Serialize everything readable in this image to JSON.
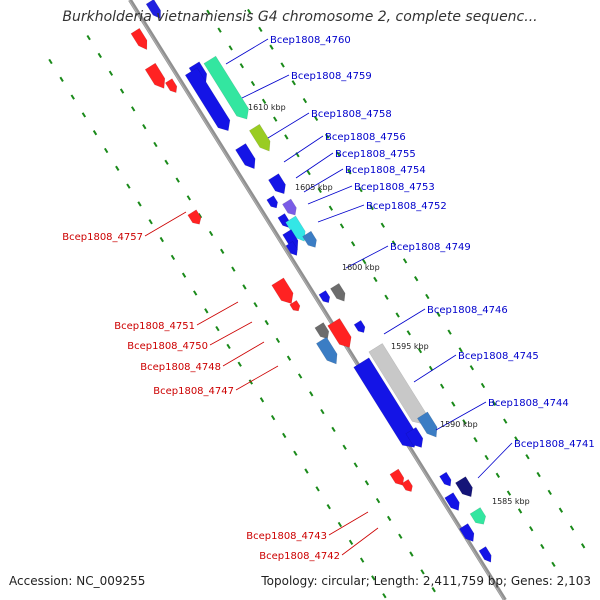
{
  "title": "Burkholderia vietnamiensis G4 chromosome 2, complete sequenc...",
  "footer": {
    "accession": "Accession: NC_009255",
    "summary": "Topology: circular; Length: 2,411,759 bp; Genes: 2,103"
  },
  "colors": {
    "backbone": "#8c8c8c",
    "label_plus": "#0000cc",
    "label_minus": "#cc0000",
    "gene_blue": "#1414e6",
    "gene_red": "#ee1a1a",
    "tick": "#1a8a1a"
  },
  "scale_labels": [
    "1610 kbp",
    "1605 kbp",
    "1600 kbp",
    "1595 kbp",
    "1590 kbp",
    "1585 kbp"
  ],
  "genes_plus": [
    {
      "name": "Bcep1808_4760"
    },
    {
      "name": "Bcep1808_4759"
    },
    {
      "name": "Bcep1808_4758"
    },
    {
      "name": "Bcep1808_4756"
    },
    {
      "name": "Bcep1808_4755"
    },
    {
      "name": "Bcep1808_4754"
    },
    {
      "name": "Bcep1808_4753"
    },
    {
      "name": "Bcep1808_4752"
    },
    {
      "name": "Bcep1808_4749"
    },
    {
      "name": "Bcep1808_4746"
    },
    {
      "name": "Bcep1808_4745"
    },
    {
      "name": "Bcep1808_4744"
    },
    {
      "name": "Bcep1808_4741"
    }
  ],
  "genes_minus": [
    {
      "name": "Bcep1808_4757"
    },
    {
      "name": "Bcep1808_4751"
    },
    {
      "name": "Bcep1808_4750"
    },
    {
      "name": "Bcep1808_4748"
    },
    {
      "name": "Bcep1808_4747"
    },
    {
      "name": "Bcep1808_4743"
    },
    {
      "name": "Bcep1808_4742"
    }
  ]
}
